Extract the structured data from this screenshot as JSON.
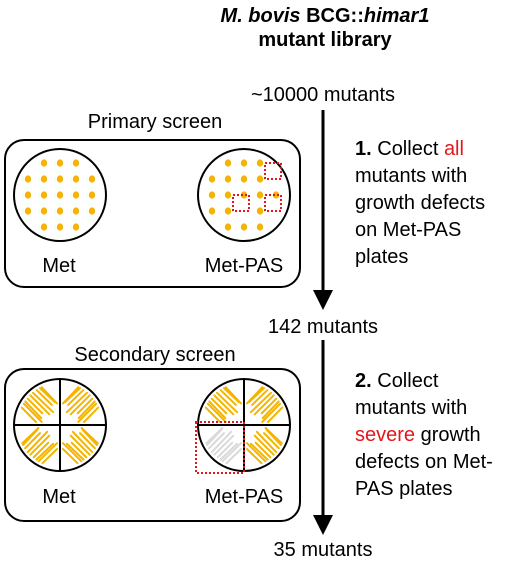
{
  "title": {
    "line1_italic_a": "M. bovis",
    "line1_plain": " BCG::",
    "line1_italic_b": "himar1",
    "line2": "mutant library"
  },
  "counts": {
    "start": "~10000 mutants",
    "middle": "142 mutants",
    "end": "35 mutants"
  },
  "primary": {
    "title": "Primary screen",
    "left_label": "Met",
    "right_label": "Met-PAS"
  },
  "secondary": {
    "title": "Secondary screen",
    "left_label": "Met",
    "right_label": "Met-PAS"
  },
  "step1": {
    "number": "1.",
    "l1_text": " Collect ",
    "l1_highlight": "all",
    "l2": "mutants with",
    "l3": "growth defects",
    "l4": "on Met-PAS",
    "l5": "plates"
  },
  "step2": {
    "number": "2.",
    "l1_text": " Collect",
    "l2": "mutants with",
    "l3_highlight": "severe",
    "l3_text": " growth",
    "l4": "defects on Met-",
    "l5": "PAS plates"
  },
  "colors": {
    "colony": "#f5b400",
    "highlight": "#e3171b",
    "missing_colony": "#d9d9d9",
    "outline": "#000000"
  }
}
